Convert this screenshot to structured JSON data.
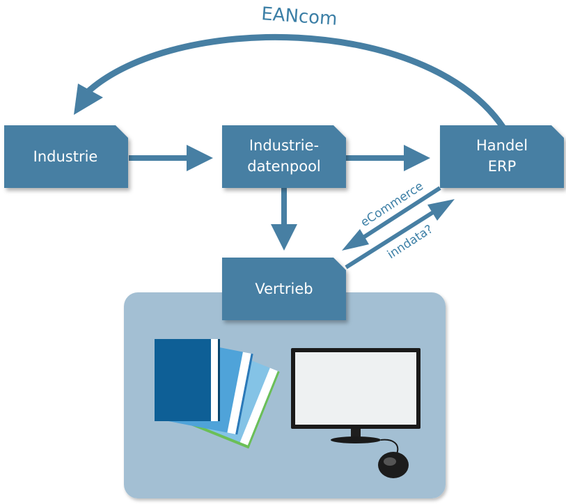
{
  "nodes": {
    "industrie": {
      "label": "Industrie"
    },
    "datenpool": {
      "line1": "Industrie-",
      "line2": "datenpool"
    },
    "handel": {
      "line1": "Handel",
      "line2": "ERP"
    },
    "vertrieb": {
      "label": "Vertrieb"
    }
  },
  "edges": {
    "eancom": "EANcom",
    "ecommerce": "eCommerce",
    "inndata": "inndata?"
  },
  "colors": {
    "node_fill": "#477fa3",
    "arrow": "#477fa3",
    "edge_text": "#3c7fa6",
    "panel": "#a3bfd3"
  },
  "icons": [
    "binders-icon",
    "monitor-icon",
    "mouse-icon"
  ]
}
